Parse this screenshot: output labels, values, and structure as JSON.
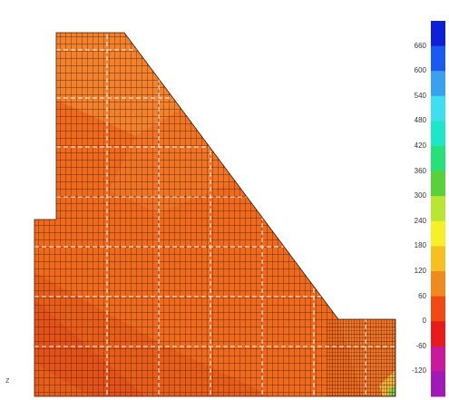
{
  "model": {
    "colors": {
      "mesh_line": "#3a1a08",
      "contour_main": "#f06a1e",
      "contour_dark": "#e65a18",
      "contour_light": "#f58a32",
      "contour_yellow": "#f2c040",
      "contour_green": "#7ad24a",
      "grid_overlay": "#ffffff"
    }
  },
  "legend": {
    "ticks": [
      "660",
      "600",
      "540",
      "480",
      "420",
      "360",
      "300",
      "240",
      "180",
      "120",
      "60",
      "0",
      "-60",
      "-120"
    ],
    "colors": [
      "#1020d8",
      "#1a5af0",
      "#3aa0f0",
      "#3ee0f0",
      "#20e6c8",
      "#28e07a",
      "#5ad03a",
      "#b8e632",
      "#f6f02a",
      "#f6c020",
      "#f08a1e",
      "#f04a14",
      "#e81a1a",
      "#c81a9a",
      "#a01ab8"
    ]
  },
  "axis_marker": "z"
}
